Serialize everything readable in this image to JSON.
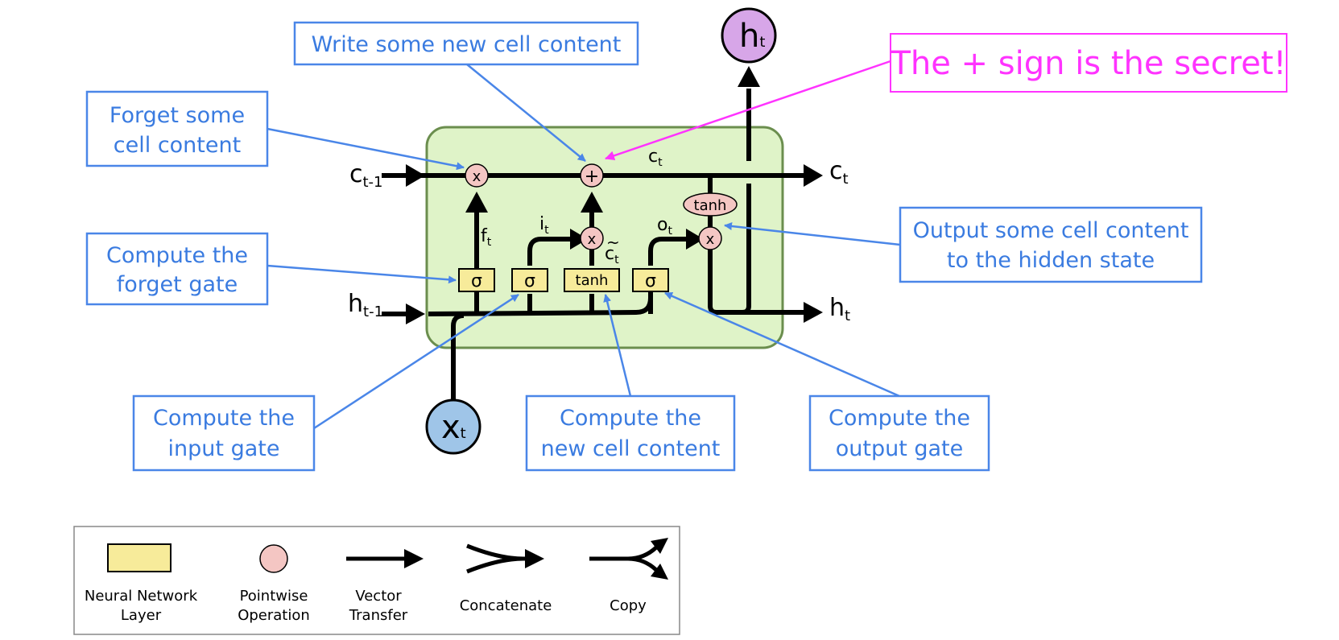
{
  "callouts": {
    "write": "Write some new cell content",
    "forget_content": [
      "Forget some",
      "cell content"
    ],
    "forget_gate": [
      "Compute the",
      "forget gate"
    ],
    "input_gate": [
      "Compute the",
      "input gate"
    ],
    "new_content": [
      "Compute the",
      "new cell content"
    ],
    "output_gate": [
      "Compute the",
      "output gate"
    ],
    "output_content": [
      "Output some cell content",
      "to the hidden state"
    ],
    "secret": "The + sign is the secret!"
  },
  "cell": {
    "c_prev": "c",
    "c_prev_sub": "t-1",
    "c_out": "c",
    "c_out_sub": "t",
    "c_mid": "c",
    "c_mid_sub": "t",
    "h_prev": "h",
    "h_prev_sub": "t-1",
    "h_out": "h",
    "h_out_sub": "t",
    "h_top": "h",
    "h_top_sub": "t",
    "x_in": "x",
    "x_in_sub": "t",
    "f_gate": "f",
    "f_gate_sub": "t",
    "i_gate": "i",
    "i_gate_sub": "t",
    "o_gate": "o",
    "o_gate_sub": "t",
    "c_tilde": "c",
    "c_tilde_mark": "~",
    "c_tilde_sub": "t",
    "sigma": "σ",
    "tanh": "tanh",
    "times": "x",
    "plus": "+"
  },
  "legend": {
    "layer": [
      "Neural Network",
      "Layer"
    ],
    "pointwise": [
      "Pointwise",
      "Operation"
    ],
    "vector": [
      "Vector",
      "Transfer"
    ],
    "concat": "Concatenate",
    "copy": "Copy"
  },
  "colors": {
    "callout_blue": "#4a86e8",
    "secret_magenta": "#ff33ff",
    "cell_fill": "#dff3c8",
    "cell_border": "#6b8e4e",
    "layer_fill": "#f7eb9a",
    "pointwise_fill": "#f4c6c3",
    "h_circle": "#d7a6e8",
    "x_circle": "#9fc5e8"
  }
}
